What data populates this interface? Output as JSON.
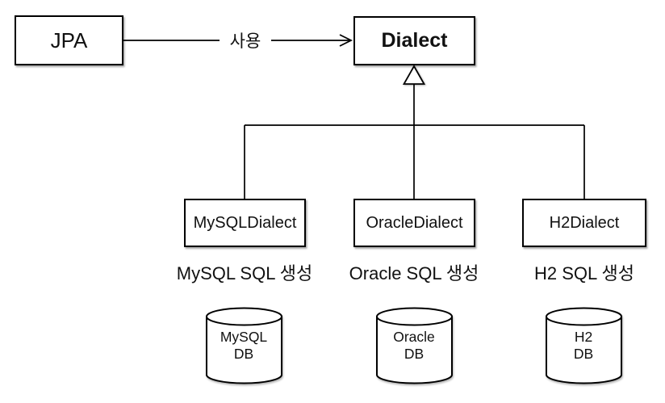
{
  "diagram": {
    "nodes": {
      "jpa": {
        "label": "JPA"
      },
      "dialect": {
        "label": "Dialect"
      }
    },
    "usage_arrow": {
      "label": "사용"
    },
    "subclasses": [
      {
        "label": "MySQLDialect",
        "caption": "MySQL SQL 생성"
      },
      {
        "label": "OracleDialect",
        "caption": "Oracle SQL 생성"
      },
      {
        "label": "H2Dialect",
        "caption": "H2 SQL 생성"
      }
    ],
    "databases": [
      {
        "line1": "MySQL",
        "line2": "DB"
      },
      {
        "line1": "Oracle",
        "line2": "DB"
      },
      {
        "line1": "H2",
        "line2": "DB"
      }
    ],
    "colors": {
      "stroke": "#000000",
      "fill": "#ffffff",
      "background": "#ffffff"
    }
  }
}
